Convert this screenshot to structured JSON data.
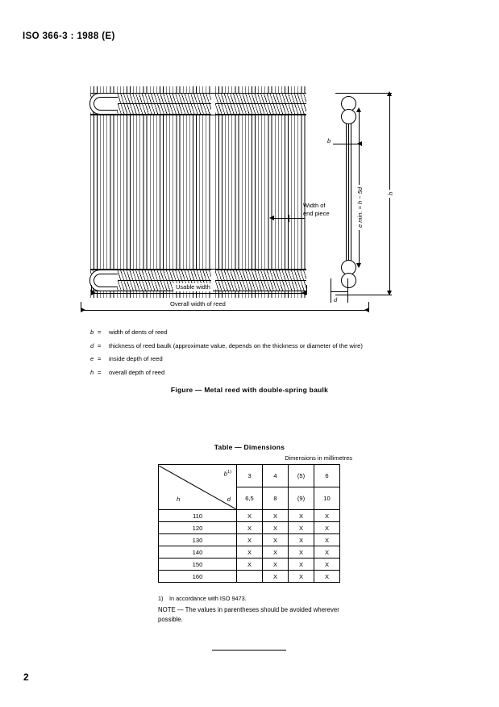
{
  "header": {
    "standard_ref": "ISO 366-3 : 1988 (E)"
  },
  "figure": {
    "caption": "Figure — Metal reed with double-spring baulk",
    "labels": {
      "width_of_end_piece": "Width of\nend piece",
      "width_of_end_piece_line1": "Width of",
      "width_of_end_piece_line2": "end piece",
      "usable_width": "Usable width",
      "overall_width_of_reed": "Overall width of reed",
      "b": "b",
      "d": "d",
      "h": "h",
      "e_min": "e min. = h − 5d"
    },
    "legend": [
      {
        "symbol": "b",
        "equals": "=",
        "description": "width of dents of reed"
      },
      {
        "symbol": "d",
        "equals": "=",
        "description": "thickness of reed baulk (approximate value, depends on the thickness or diameter of the wire)"
      },
      {
        "symbol": "e",
        "equals": "=",
        "description": "inside depth of reed"
      },
      {
        "symbol": "h",
        "equals": "=",
        "description": "overall depth of reed"
      }
    ]
  },
  "table": {
    "caption": "Table — Dimensions",
    "units_note": "Dimensions in millimetres",
    "corner": {
      "b_label": "b",
      "b_footnote_mark": "1)",
      "h_label": "h",
      "d_label": "d"
    },
    "b_values": [
      "3",
      "4",
      "(5)",
      "6"
    ],
    "d_values": [
      "6,5",
      "8",
      "(9)",
      "10"
    ],
    "mark": "X",
    "rows": [
      {
        "h": "110",
        "cells": [
          "X",
          "X",
          "X",
          "X"
        ]
      },
      {
        "h": "120",
        "cells": [
          "X",
          "X",
          "X",
          "X"
        ]
      },
      {
        "h": "130",
        "cells": [
          "X",
          "X",
          "X",
          "X"
        ]
      },
      {
        "h": "140",
        "cells": [
          "X",
          "X",
          "X",
          "X"
        ]
      },
      {
        "h": "150",
        "cells": [
          "X",
          "X",
          "X",
          "X"
        ]
      },
      {
        "h": "160",
        "cells": [
          "",
          "X",
          "X",
          "X"
        ]
      }
    ],
    "footnote_mark": "1)",
    "footnote_text": "In accordance with ISO 9473.",
    "note": "NOTE — The values in parentheses should be avoided wherever possible."
  },
  "footer": {
    "page_number": "2"
  }
}
